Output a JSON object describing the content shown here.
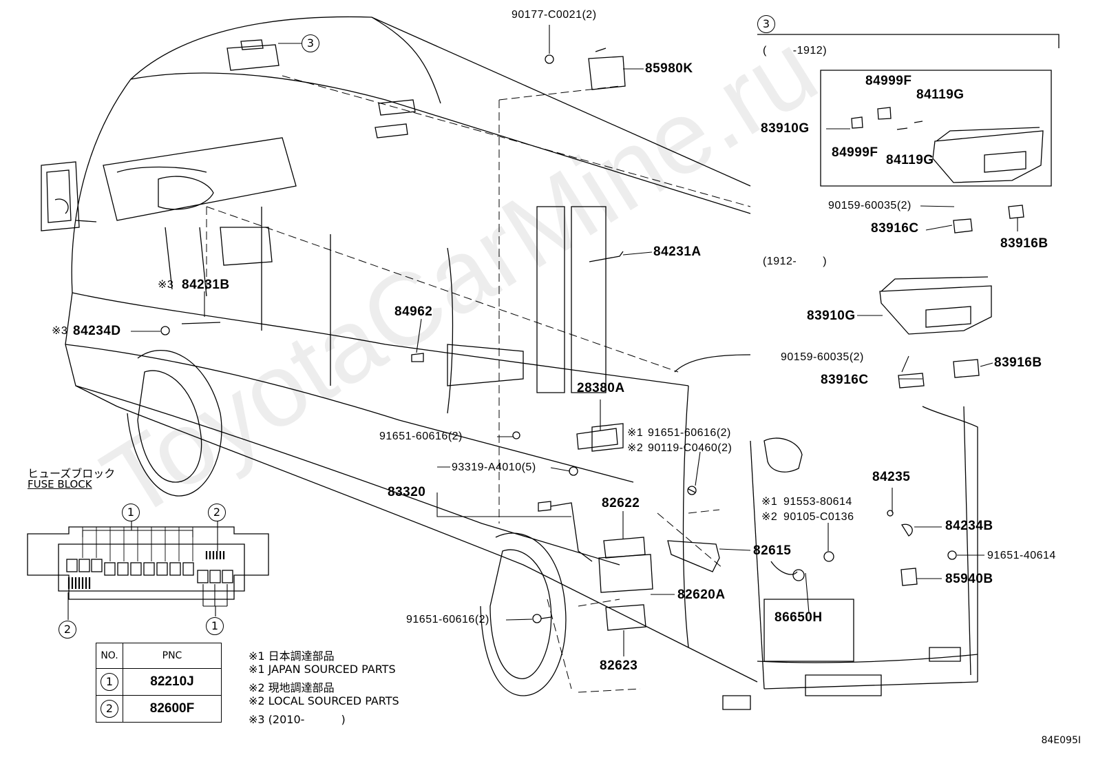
{
  "labels": {
    "p90177": "90177-C0021(2)",
    "p85980K": "85980K",
    "p84231A": "84231A",
    "p84231B": "84231B",
    "p84234D": "84234D",
    "p84962": "84962",
    "p28380A": "28380A",
    "p91651_a": "91651-60616(2)",
    "p91651_b": "91651-60616(2)",
    "p90119": "90119-C0460(2)",
    "p93319": "93319-A4010(5)",
    "p83320": "83320",
    "p82622": "82622",
    "p82615": "82615",
    "p82620A": "82620A",
    "p91651_c": "91651-60616(2)",
    "p82623": "82623",
    "p86650H": "86650H",
    "p91553": "91553-80614",
    "p90105": "90105-C0136",
    "p84235": "84235",
    "p84234B": "84234B",
    "p91651_40614": "91651-40614",
    "p85940B": "85940B",
    "p83910G_a": "83910G",
    "p84999F_a": "84999F",
    "p84999F_b": "84999F",
    "p84119G_a": "84119G",
    "p84119G_b": "84119G",
    "p90159_a": "90159-60035(2)",
    "p83916C_a": "83916C",
    "p83916B_a": "83916B",
    "p83910G_b": "83910G",
    "p90159_b": "90159-60035(2)",
    "p83916B_b": "83916B",
    "p83916C_b": "83916C"
  },
  "marks": {
    "m1": "※1",
    "m2": "※2",
    "m3": "※3"
  },
  "circles": {
    "c3": "3",
    "c1": "1",
    "c2": "2"
  },
  "inset": {
    "range_early": "(　　 -1912)",
    "range_late": "(1912-　　 )"
  },
  "fuse_block": {
    "title_jp": "ヒューズブロック",
    "title_en": "FUSE BLOCK"
  },
  "pnc_table": {
    "header_no": "NO.",
    "header_pnc": "PNC",
    "rows": [
      {
        "no": "1",
        "pnc": "82210J"
      },
      {
        "no": "2",
        "pnc": "82600F"
      }
    ]
  },
  "notes": [
    "※1 日本調達部品",
    "※1 JAPAN SOURCED PARTS",
    "※2 現地調達部品",
    "※2 LOCAL SOURCED PARTS",
    "※3 (2010-　　　 )"
  ],
  "watermark": "ToyotaCarMine.ru",
  "diagram_id": "84E095I"
}
